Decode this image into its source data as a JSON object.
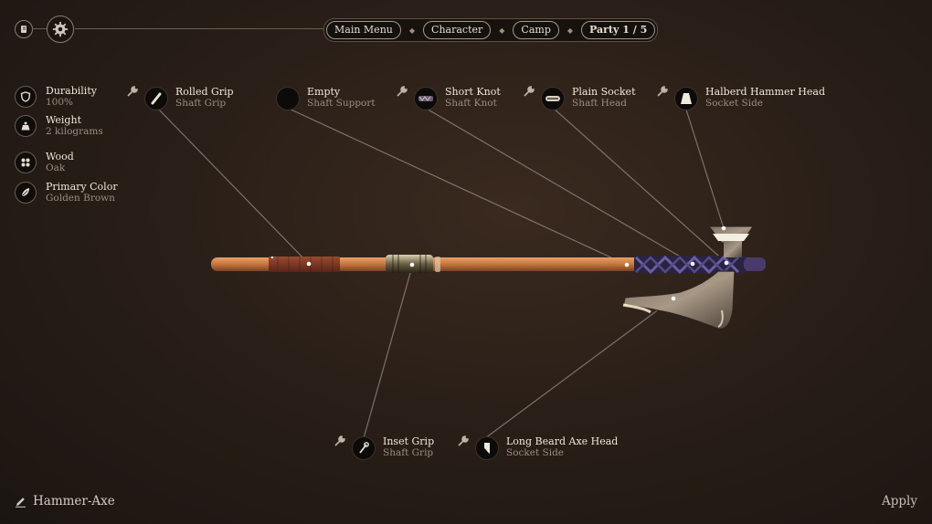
{
  "nav": {
    "items": [
      "Main Menu",
      "Character",
      "Camp"
    ],
    "party_label": "Party 1 / 5"
  },
  "stats": [
    {
      "title": "Durability",
      "value": "100%",
      "icon": "shield-icon"
    },
    {
      "title": "Weight",
      "value": "2 kilograms",
      "icon": "weight-icon"
    },
    {
      "title": "Wood",
      "value": "Oak",
      "icon": "material-icon"
    },
    {
      "title": "Primary Color",
      "value": "Golden Brown",
      "icon": "feather-icon"
    }
  ],
  "parts": [
    {
      "name": "Rolled Grip",
      "slot": "Shaft Grip",
      "icon": "rolled-grip-icon"
    },
    {
      "name": "Empty",
      "slot": "Shaft Support",
      "icon": "empty-slot-icon"
    },
    {
      "name": "Short Knot",
      "slot": "Shaft Knot",
      "icon": "short-knot-icon"
    },
    {
      "name": "Plain Socket",
      "slot": "Shaft Head",
      "icon": "plain-socket-icon"
    },
    {
      "name": "Halberd Hammer Head",
      "slot": "Socket Side",
      "icon": "hammer-head-icon"
    },
    {
      "name": "Inset Grip",
      "slot": "Shaft Grip",
      "icon": "inset-grip-icon"
    },
    {
      "name": "Long Beard Axe Head",
      "slot": "Socket Side",
      "icon": "axe-head-icon"
    }
  ],
  "weapon_name": "Hammer-Axe",
  "apply_label": "Apply"
}
